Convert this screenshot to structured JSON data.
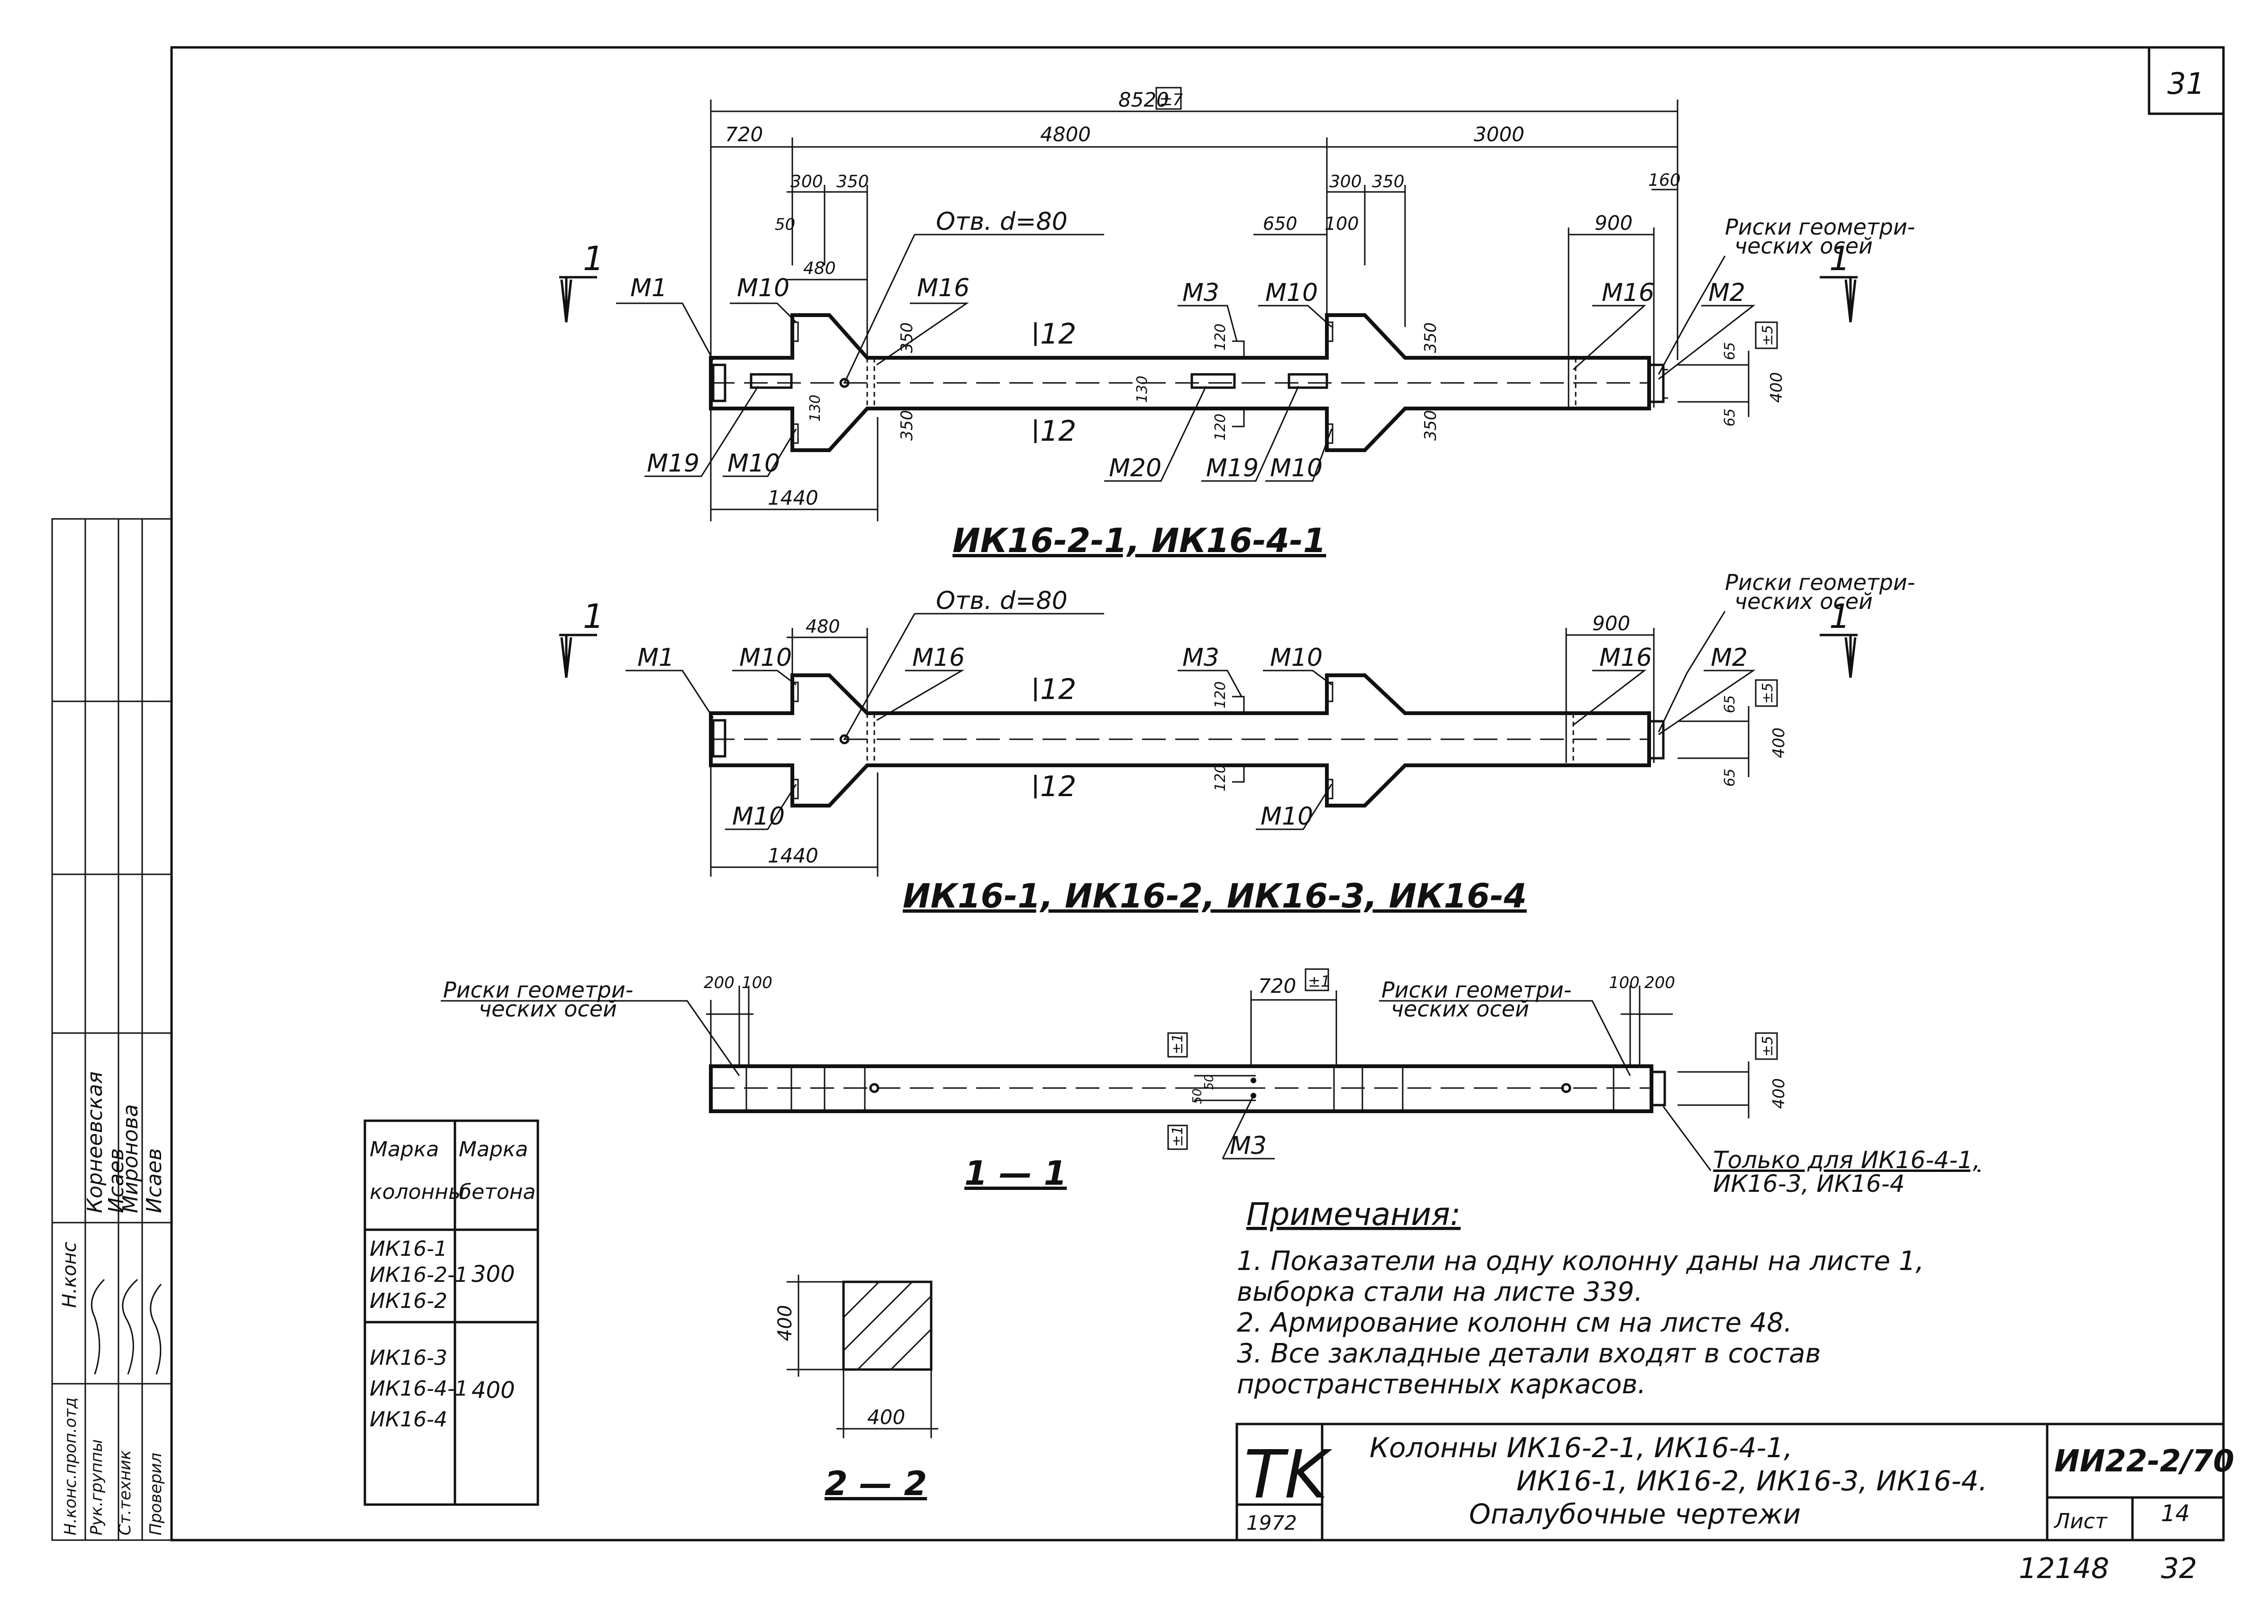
{
  "sheet_number": "31",
  "bottom_numbers": {
    "left": "12148",
    "right": "32"
  },
  "title_block": {
    "logo": "TK",
    "year": "1972",
    "title_lines": [
      "Колонны  ИК16-2-1,  ИК16-4-1,",
      "ИК16-1, ИК16-2, ИК16-3, ИК16-4.",
      "Опалубочные   чертежи"
    ],
    "doc_code": "ИИ22-2/70",
    "sheet_label": "Лист",
    "sheet_value": "14"
  },
  "stamp": {
    "rows": [
      "Н.конс.проп.отд",
      "Рук.группы",
      "Ст.техник",
      "Проверил"
    ],
    "names": [
      "Корнеевская",
      "Исаев",
      "Миронова",
      "Исаев"
    ],
    "header": "Н.конс"
  },
  "view1": {
    "caption": "ИК16-2-1, ИК16-4-1",
    "dims": {
      "total": "8520",
      "total_tol": "±7",
      "a": "720",
      "b": "4800",
      "c": "3000",
      "d1": "300",
      "d2": "350",
      "d3": "300",
      "d4": "350",
      "d5": "160",
      "d6": "50",
      "d7": "480",
      "d8": "650",
      "d9": "100",
      "d10": "900",
      "d11": "350",
      "d12": "350",
      "d13": "350",
      "d14": "350",
      "d15": "120",
      "d16": "130",
      "d17": "130",
      "d18": "120",
      "d19": "65",
      "d20": "65",
      "d21": "400",
      "d22": "±5",
      "bottom": "1440"
    },
    "hole": "Отв. d=80",
    "marks": [
      "М1",
      "М10",
      "М16",
      "М3",
      "М10",
      "М16",
      "М2",
      "М19",
      "М10",
      "М20",
      "М19",
      "М10"
    ],
    "center_labels": [
      "12",
      "12"
    ],
    "axis_note": [
      "Риски геометри-",
      "ческих осей"
    ],
    "section": "1"
  },
  "view2": {
    "caption": "ИК16-1, ИК16-2, ИК16-3, ИК16-4",
    "dims": {
      "d1": "480",
      "d2": "900",
      "d3": "120",
      "d4": "120",
      "d5": "65",
      "d6": "65",
      "d7": "400",
      "d8": "±5",
      "bottom": "1440"
    },
    "hole": "Отв. d=80",
    "marks": [
      "М1",
      "М10",
      "М16",
      "М3",
      "М10",
      "М16",
      "М2",
      "М10",
      "М10"
    ],
    "center_labels": [
      "12",
      "12"
    ],
    "axis_note": [
      "Риски геометри-",
      "ческих осей"
    ],
    "section": "1"
  },
  "view3": {
    "caption": "1 — 1",
    "dims": {
      "a": "200",
      "b": "100",
      "c": "720",
      "c_tol": "±1",
      "d": "100",
      "e": "200",
      "f": "±1",
      "g": "±1",
      "h": "50",
      "i": "50",
      "j": "±5",
      "k": "400"
    },
    "axis_note_left": [
      "Риски геометри-",
      "ческих осей"
    ],
    "axis_note_right": [
      "Риски геометри-",
      "ческих осей"
    ],
    "mark": "М3",
    "only_note": [
      "Только для ИК16-4-1,",
      "ИК16-3, ИК16-4"
    ]
  },
  "table": {
    "headers": [
      "Марка колонны",
      "Марка бетона"
    ],
    "header_lines": [
      [
        "Марка",
        "колонны"
      ],
      [
        "Марка",
        "бетона"
      ]
    ],
    "rows": [
      {
        "cols": [
          "ИК16-1",
          "ИК16-2-1",
          "ИК16-2"
        ],
        "concrete": "300"
      },
      {
        "cols": [
          "ИК16-3",
          "ИК16-4-1",
          "ИК16-4"
        ],
        "concrete": "400"
      }
    ]
  },
  "section22": {
    "caption": "2 — 2",
    "w": "400",
    "h": "400"
  },
  "notes": {
    "title": "Примечания:",
    "lines": [
      "1. Показатели на одну колонну  даны на  листе 1,",
      "выборка стали  на  листе 339.",
      "2. Армирование колонн    см  на  листе 48.",
      "3. Все закладные   детали  входят в состав",
      "пространственных    каркасов."
    ]
  }
}
